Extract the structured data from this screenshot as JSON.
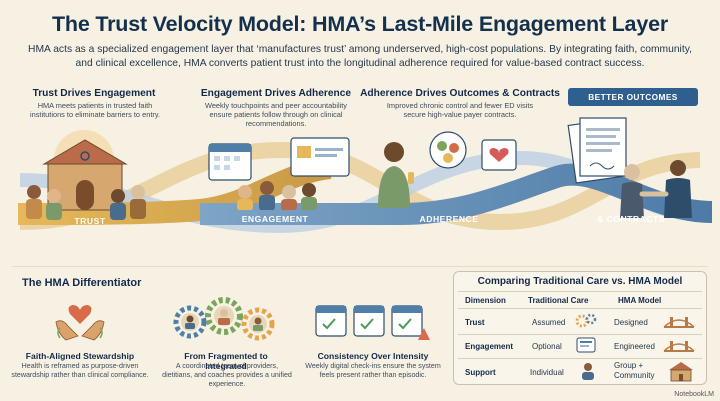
{
  "header": {
    "title": "The Trust Velocity Model: HMA’s Last-Mile Engagement Layer",
    "intro": "HMA acts as a specialized engagement layer that ‘manufactures trust’ among underserved, high-cost populations. By integrating faith, community, and clinical excellence, HMA converts patient trust into the longitudinal adherence required for value-based contract success."
  },
  "flow": {
    "stages": [
      {
        "heading": "Trust Drives Engagement",
        "description": "HMA meets patients in trusted faith institutions to eliminate barriers to entry.",
        "ribbon": "TRUST"
      },
      {
        "heading": "Engagement Drives Adherence",
        "description": "Weekly touchpoints and peer accountability ensure patients follow through on clinical recommendations.",
        "ribbon": "ENGAGEMENT"
      },
      {
        "heading": "Adherence Drives Outcomes & Contracts",
        "description": "Improved chronic control and fewer ED visits secure high-value payer contracts.",
        "ribbon": "ADHERENCE"
      }
    ],
    "outcome_badge": "BETTER OUTCOMES",
    "contracts_label": "& CONTRACTS"
  },
  "differentiator": {
    "title": "The HMA Differentiator",
    "cards": [
      {
        "title": "Faith-Aligned Stewardship",
        "description": "Health is reframed as purpose-driven stewardship rather than clinical compliance.",
        "icon": "heart-hands-icon"
      },
      {
        "title": "From Fragmented to Integrated",
        "description": "A coordinated team of providers, dietitians, and coaches provides a unified experience.",
        "icon": "gears-team-icon"
      },
      {
        "title": "Consistency Over Intensity",
        "description": "Weekly digital check-ins ensure the system feels present rather than episodic.",
        "icon": "calendars-icon"
      }
    ]
  },
  "comparison": {
    "title": "Comparing Traditional Care vs. HMA Model",
    "headers": [
      "Dimension",
      "Traditional Care",
      "HMA Model"
    ],
    "rows": [
      {
        "dimension": "Trust",
        "traditional": "Assumed",
        "hma": "Designed"
      },
      {
        "dimension": "Engagement",
        "traditional": "Optional",
        "hma": "Engineered"
      },
      {
        "dimension": "Support",
        "traditional": "Individual",
        "hma": "Group +\nCommunity"
      }
    ]
  },
  "footer": {
    "brand": "NotebookLM"
  },
  "colors": {
    "navy": "#14304d",
    "gold": "#d9a443",
    "blue": "#5f8fb8",
    "teal": "#4f7fa8",
    "cream": "#f7f1e4"
  }
}
